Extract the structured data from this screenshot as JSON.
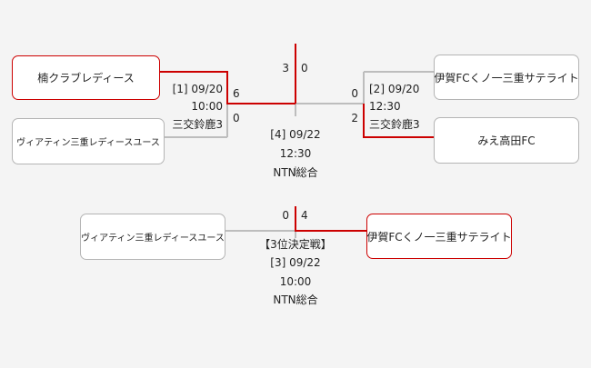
{
  "colors": {
    "win": "#cc0000",
    "lose": "#bdbdbd",
    "border": "#b4b4b4",
    "background": "#f4f4f4"
  },
  "semifinal_1": {
    "team_top": "楠クラブレディース",
    "team_bottom": "ヴィアティン三重レディースユース",
    "score_top": "6",
    "score_bottom": "0",
    "match": "[1] 09/20",
    "time": "10:00",
    "venue": "三交鈴鹿3"
  },
  "semifinal_2": {
    "team_top": "伊賀FCくノ一三重サテライト",
    "team_bottom": "みえ高田FC",
    "score_top": "0",
    "score_bottom": "2",
    "match": "[2] 09/20",
    "time": "12:30",
    "venue": "三交鈴鹿3"
  },
  "final": {
    "score_left": "3",
    "score_right": "0",
    "match": "[4] 09/22",
    "time": "12:30",
    "venue": "NTN総合"
  },
  "third_place": {
    "team_left": "ヴィアティン三重レディースユース",
    "team_right": "伊賀FCくノ一三重サテライト",
    "score_left": "0",
    "score_right": "4",
    "title": "【3位決定戦】",
    "match": "[3] 09/22",
    "time": "10:00",
    "venue": "NTN総合"
  }
}
